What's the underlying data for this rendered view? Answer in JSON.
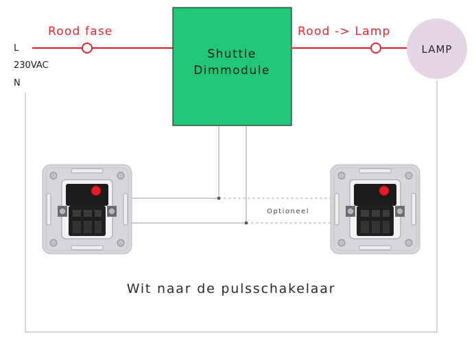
{
  "labels": {
    "line_l": "L",
    "voltage": "230VAC",
    "line_n": "N",
    "rood_fase": "Rood fase",
    "rood_lamp": "Rood -> Lamp",
    "module_line1": "Shuttle",
    "module_line2": "Dimmodule",
    "lamp": "LAMP",
    "optioneel": "Optioneel",
    "caption": "Wit naar de pulsschakelaar"
  },
  "colors": {
    "red_wire": "#d8262e",
    "red_text": "#e8262e",
    "module_fill": "#21c777",
    "module_border": "#111111",
    "lamp_fill": "#e4d6e4",
    "neutral_wire": "#b9b9d8",
    "grey_wire": "#9a9a9a",
    "switch_button": "#e51c24"
  },
  "icons": {
    "left_switch": "push-button-switch-icon",
    "right_switch": "push-button-switch-icon"
  }
}
